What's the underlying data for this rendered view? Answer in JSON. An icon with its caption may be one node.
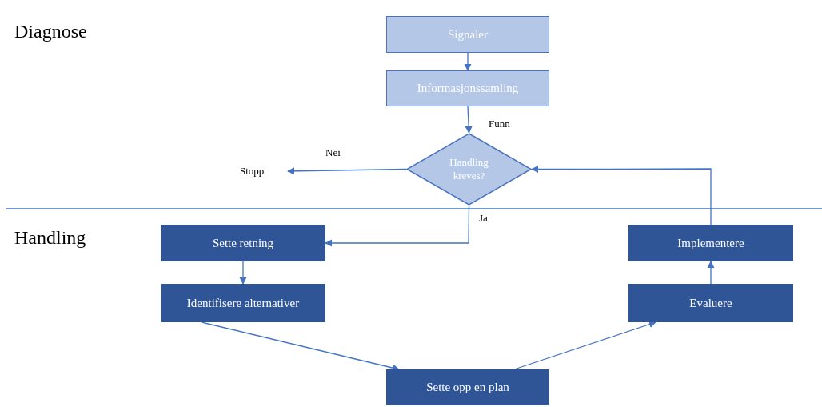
{
  "diagram": {
    "nodes": [
      {
        "text": [
          "Signaler"
        ]
      },
      {
        "text": [
          "Informasjonssamling"
        ]
      },
      {
        "text": [
          "Handling kreves?"
        ]
      },
      {
        "text": [
          "Stopp"
        ]
      },
      {
        "text": [
          "Sette retning"
        ]
      },
      {
        "text": [
          "Identifisere alternativer"
        ]
      },
      {
        "text": [
          "Sette opp en plan"
        ]
      },
      {
        "text": [
          "Evaluere"
        ]
      },
      {
        "text": [
          "Implementere"
        ]
      }
    ],
    "edges": [
      {
        "from": 0,
        "to": 1,
        "arrow": "to"
      },
      {
        "from": 1,
        "to": 2,
        "arrow": "to",
        "label": "Funn"
      },
      {
        "from": 2,
        "to": 3,
        "arrow": "to",
        "label": "Nei"
      },
      {
        "from": 2,
        "to": 4,
        "arrow": "to",
        "label": "Ja"
      },
      {
        "from": 4,
        "to": 5,
        "arrow": "to"
      },
      {
        "from": 5,
        "to": 6,
        "arrow": "to"
      },
      {
        "from": 6,
        "to": 7,
        "arrow": "to"
      },
      {
        "from": 7,
        "to": 8,
        "arrow": "to"
      },
      {
        "from": 8,
        "to": 2,
        "arrow": "to"
      }
    ],
    "labels": [
      "Diagnose",
      "Handling"
    ]
  }
}
